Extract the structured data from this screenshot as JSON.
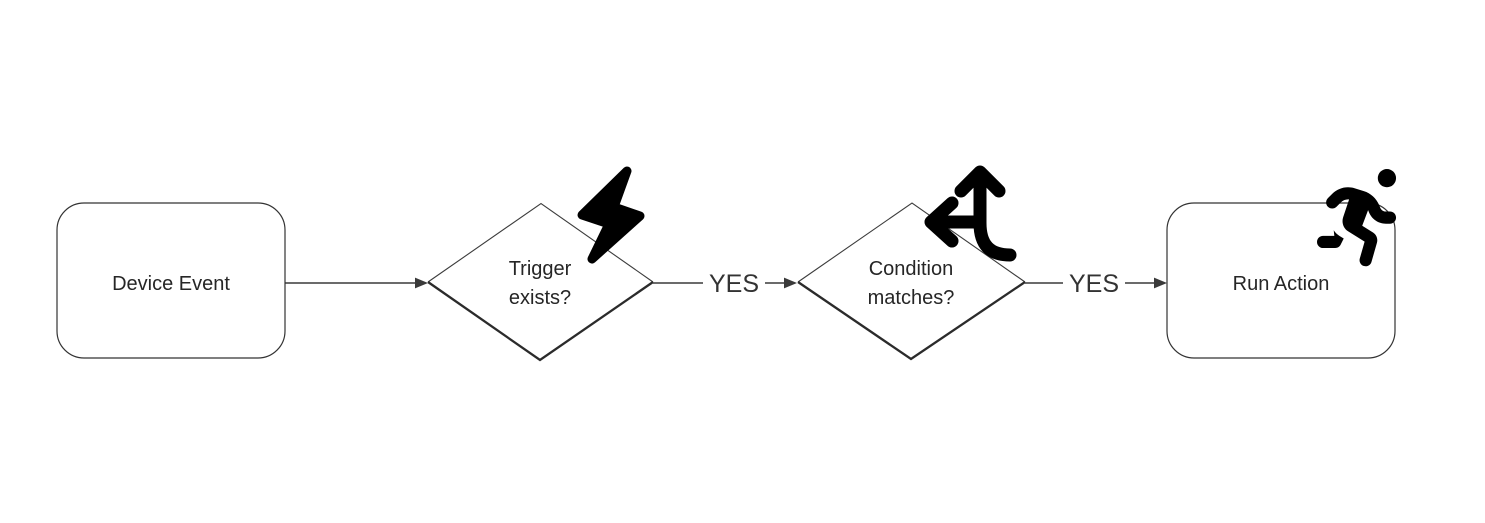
{
  "diagram": {
    "theme": {
      "background": "#ffffff",
      "line_color": "#3a3a3a",
      "shape_stroke_color": "#333333",
      "text_color": "#262626",
      "icon_color": "#000000"
    },
    "nodes": [
      {
        "id": "device-event",
        "shape": "rounded-rectangle",
        "label_lines": [
          "Device Event"
        ]
      },
      {
        "id": "trigger-exists",
        "shape": "diamond",
        "label_lines": [
          "Trigger",
          "exists?"
        ],
        "icon": "lightning-bolt-icon"
      },
      {
        "id": "condition-matches",
        "shape": "diamond",
        "label_lines": [
          "Condition",
          "matches?"
        ],
        "icon": "split-arrows-icon"
      },
      {
        "id": "run-action",
        "shape": "rounded-rectangle",
        "label_lines": [
          "Run Action"
        ],
        "icon": "person-running-icon"
      }
    ],
    "edges": [
      {
        "from": "device-event",
        "to": "trigger-exists",
        "label": ""
      },
      {
        "from": "trigger-exists",
        "to": "condition-matches",
        "label": "YES"
      },
      {
        "from": "condition-matches",
        "to": "run-action",
        "label": "YES"
      }
    ]
  }
}
